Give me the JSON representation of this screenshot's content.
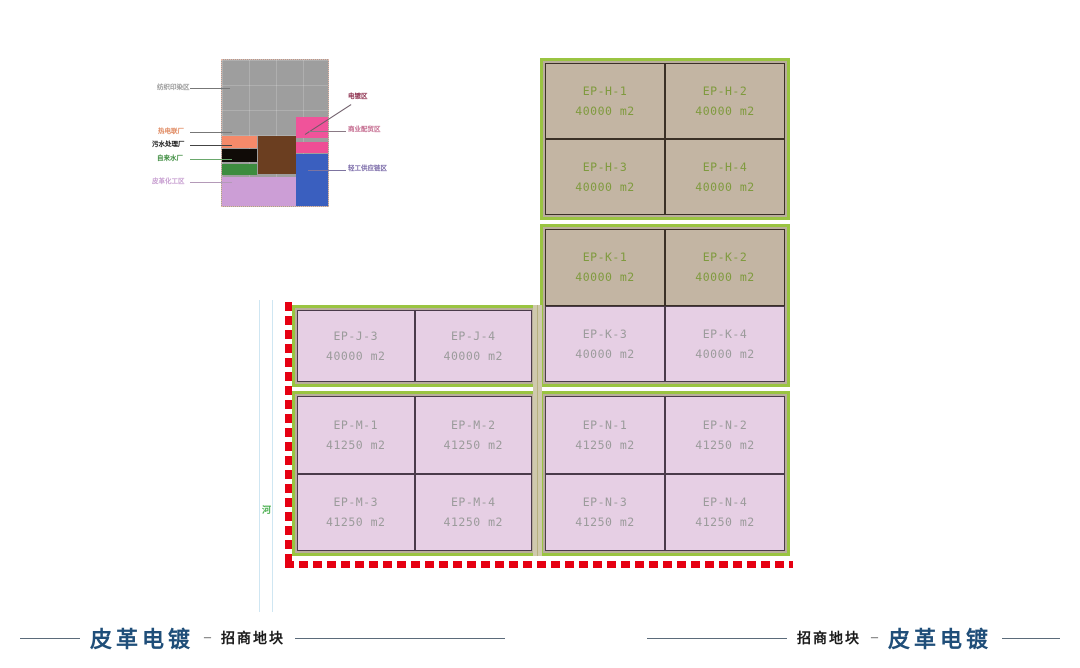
{
  "keymap": {
    "title": "industrial-park-key-map",
    "left_labels": [
      {
        "text": "纺织印染区",
        "color": "#9a9a9a"
      },
      {
        "text": "热电联厂",
        "color": "#e08b63"
      },
      {
        "text": "污水处理厂",
        "color": "#111111"
      },
      {
        "text": "自来水厂",
        "color": "#3d8c3f"
      },
      {
        "text": "皮革化工区",
        "color": "#c79ed0"
      }
    ],
    "right_labels": [
      {
        "text": "电镀区",
        "color": "#8b2b4a"
      },
      {
        "text": "商业配贸区",
        "color": "#c46a8e"
      },
      {
        "text": "轻工供应链区",
        "color": "#7a6aa8"
      }
    ],
    "zone_colors": {
      "textile": "#9e9e9e",
      "power_plant": "#f58a6a",
      "wastewater": "#100b07",
      "waterworks": "#3d8c3f",
      "leather_chem": "#cc9ed6",
      "electroplating": "#f0539a",
      "commerce": "#ef4e95",
      "light_industry": "#3a5fbf",
      "center_brown": "#6b3e20"
    }
  },
  "map": {
    "river_label": "河",
    "boundary_color": "#e60012",
    "river_color": "#cfe6f2",
    "group_border_color": "#9ac441"
  },
  "parcel_groups": [
    {
      "id": "group-h",
      "parcels": [
        {
          "pid": "EP-H-1",
          "area": "40000 m2",
          "style": "tan"
        },
        {
          "pid": "EP-H-2",
          "area": "40000 m2",
          "style": "tan"
        },
        {
          "pid": "EP-H-3",
          "area": "40000 m2",
          "style": "tan"
        },
        {
          "pid": "EP-H-4",
          "area": "40000 m2",
          "style": "tan"
        }
      ]
    },
    {
      "id": "group-k",
      "parcels": [
        {
          "pid": "EP-K-1",
          "area": "40000 m2",
          "style": "tan"
        },
        {
          "pid": "EP-K-2",
          "area": "40000 m2",
          "style": "tan"
        },
        {
          "pid": "EP-K-3",
          "area": "40000 m2",
          "style": "pink"
        },
        {
          "pid": "EP-K-4",
          "area": "40000 m2",
          "style": "pink"
        }
      ]
    },
    {
      "id": "group-j",
      "parcels": [
        {
          "pid": "EP-J-3",
          "area": "40000 m2",
          "style": "pink"
        },
        {
          "pid": "EP-J-4",
          "area": "40000 m2",
          "style": "pink"
        }
      ]
    },
    {
      "id": "group-m",
      "parcels": [
        {
          "pid": "EP-M-1",
          "area": "41250 m2",
          "style": "pink"
        },
        {
          "pid": "EP-M-2",
          "area": "41250 m2",
          "style": "pink"
        },
        {
          "pid": "EP-M-3",
          "area": "41250 m2",
          "style": "pink"
        },
        {
          "pid": "EP-M-4",
          "area": "41250 m2",
          "style": "pink"
        }
      ]
    },
    {
      "id": "group-n",
      "parcels": [
        {
          "pid": "EP-N-1",
          "area": "41250 m2",
          "style": "pink"
        },
        {
          "pid": "EP-N-2",
          "area": "41250 m2",
          "style": "pink"
        },
        {
          "pid": "EP-N-3",
          "area": "41250 m2",
          "style": "pink"
        },
        {
          "pid": "EP-N-4",
          "area": "41250 m2",
          "style": "pink"
        }
      ]
    }
  ],
  "footer": {
    "left": {
      "brand": "皮革电镀",
      "sep": "–",
      "sub": "招商地块"
    },
    "right": {
      "sub": "招商地块",
      "sep": "–",
      "brand": "皮革电镀"
    },
    "accent": "#1f4e79"
  }
}
